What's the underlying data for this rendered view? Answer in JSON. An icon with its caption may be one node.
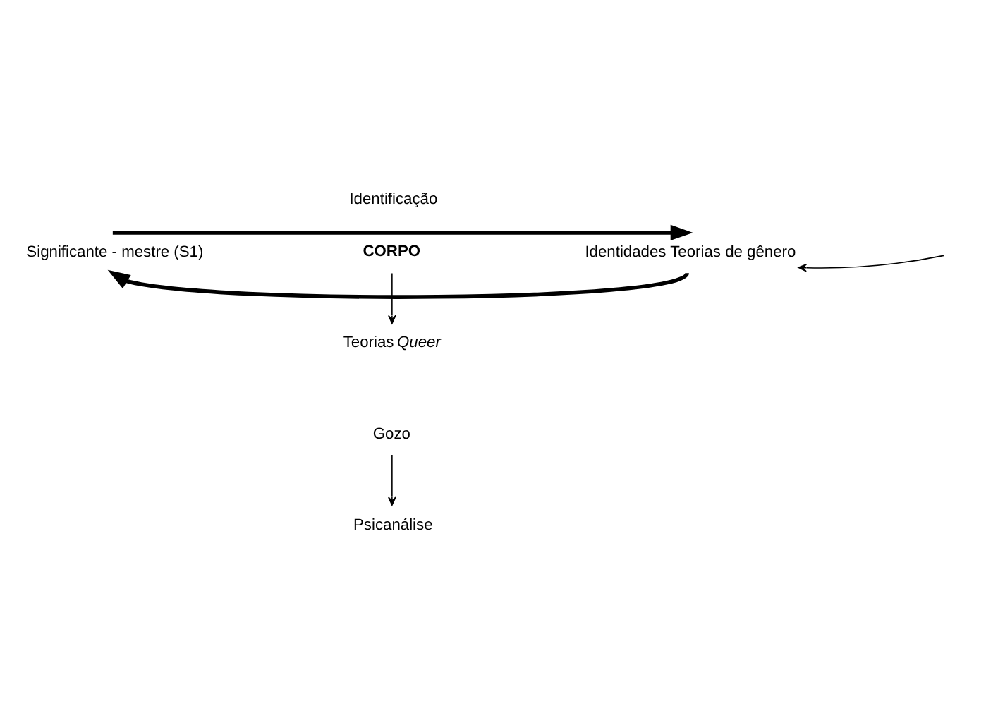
{
  "diagram": {
    "nodes": [
      {
        "text": [
          "Significante - mestre (S1)"
        ]
      },
      {
        "text": [
          "CORPO"
        ]
      },
      {
        "text": [
          "Teorias *Queer*"
        ]
      },
      {
        "text": [
          "Identidades Teorias de gênero"
        ]
      },
      {
        "text": [
          "Gozo"
        ]
      },
      {
        "text": [
          "Psicanálise"
        ]
      }
    ],
    "edges": [
      {
        "from": 0,
        "to": 3,
        "arrow": "to",
        "label": "Identificação",
        "style": "thick"
      },
      {
        "from": 3,
        "to": 0,
        "arrow": "to",
        "style": "thick"
      },
      {
        "from": 1,
        "to": 2,
        "arrow": "to"
      },
      {
        "from": 4,
        "to": 5,
        "arrow": "to"
      },
      {
        "from": null,
        "to": 3,
        "arrow": "to"
      }
    ]
  }
}
